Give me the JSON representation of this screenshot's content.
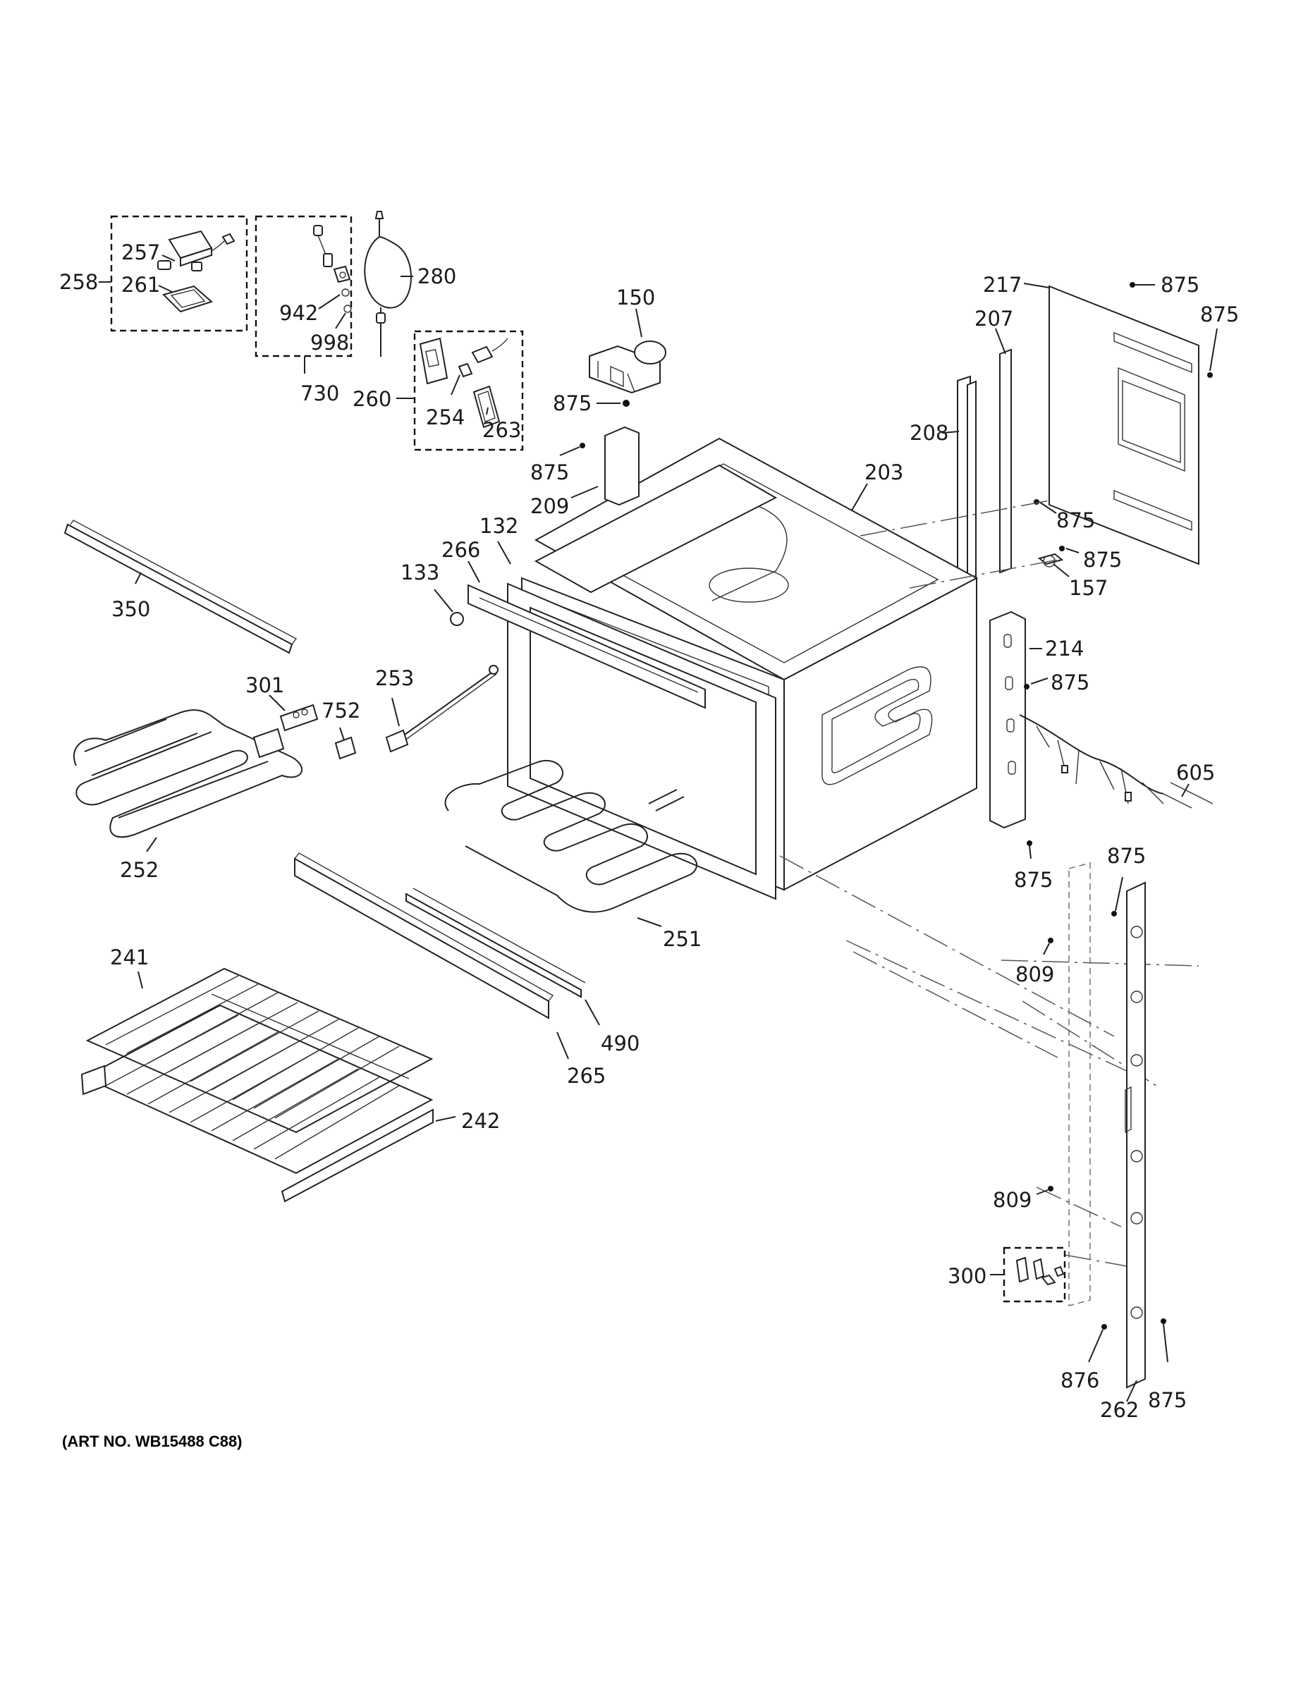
{
  "art_number": "(ART NO. WB15488 C88)",
  "callouts": {
    "c257": "257",
    "c258": "258",
    "c261": "261",
    "c942": "942",
    "c998": "998",
    "c280": "280",
    "c730": "730",
    "c260": "260",
    "c254": "254",
    "c263": "263",
    "c150": "150",
    "c875_switch": "875",
    "c217": "217",
    "c875_panel_top": "875",
    "c875_panel_right": "875",
    "c207": "207",
    "c208": "208",
    "c203": "203",
    "c875_rear": "875",
    "c875_157": "875",
    "c157": "157",
    "c875_209": "875",
    "c209": "209",
    "c132": "132",
    "c266": "266",
    "c133": "133",
    "c350": "350",
    "c214": "214",
    "c875_214": "875",
    "c605": "605",
    "c301": "301",
    "c253": "253",
    "c752": "752",
    "c252": "252",
    "c875_bracket_low": "875",
    "c875_262_top": "875",
    "c809_top": "809",
    "c251": "251",
    "c241": "241",
    "c490": "490",
    "c265": "265",
    "c242": "242",
    "c809_low": "809",
    "c300": "300",
    "c876": "876",
    "c262": "262",
    "c875_262_bottom": "875"
  }
}
